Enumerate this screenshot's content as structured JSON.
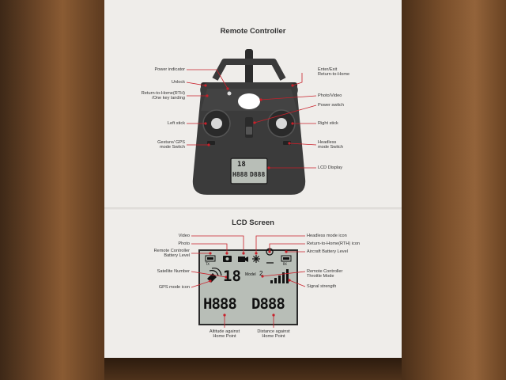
{
  "section1": {
    "title": "Remote Controller"
  },
  "section2": {
    "title": "LCD Screen"
  },
  "controller_labels": {
    "power_indicator": "Power indicator",
    "unlock": "Unlock",
    "rth_line1": "Return-to-Home(RTH)",
    "rth_line2": "/One key landing",
    "left_stick": "Left stick",
    "gesture_line1": "Gesture/ GPS",
    "gesture_line2": "mode Switch",
    "enter_exit_line1": "Enter/Exit",
    "enter_exit_line2": "Return-to-Home",
    "photo_video": "Photo/Video",
    "power_switch": "Power switch",
    "right_stick": "Right stick",
    "headless_line1": "Headless",
    "headless_line2": "mode Switch",
    "lcd_display": "LCD Display"
  },
  "lcd_labels": {
    "video": "Video",
    "photo": "Photo",
    "rc_battery_line1": "Remote Controller",
    "rc_battery_line2": "Battery Level",
    "satellite_number": "Satellite Number",
    "gps_mode_icon": "GPS mode icon",
    "altitude_line1": "Altitude against",
    "altitude_line2": "Home Point",
    "headless_icon": "Headless mode icon",
    "rth_icon": "Return-to-Home(RTH) icon",
    "aircraft_battery": "Aircraft Battery Level",
    "throttle_line1": "Remote Controller",
    "throttle_line2": "Throttle Mode",
    "signal_strength": "Signal strength",
    "distance_line1": "Distance against",
    "distance_line2": "Home Point"
  },
  "lcd_readout": {
    "satellites": "18",
    "altitude": "H888",
    "distance": "D888",
    "model_label": "Model",
    "model_value": "2",
    "tx": "TX",
    "rx": "RX"
  },
  "controller_small_screen": {
    "satellites": "18",
    "altitude": "H888",
    "distance": "D888"
  },
  "colors": {
    "callout": "#c8202a",
    "body": "#3a3a3a",
    "lcd": "#b8beb7"
  }
}
